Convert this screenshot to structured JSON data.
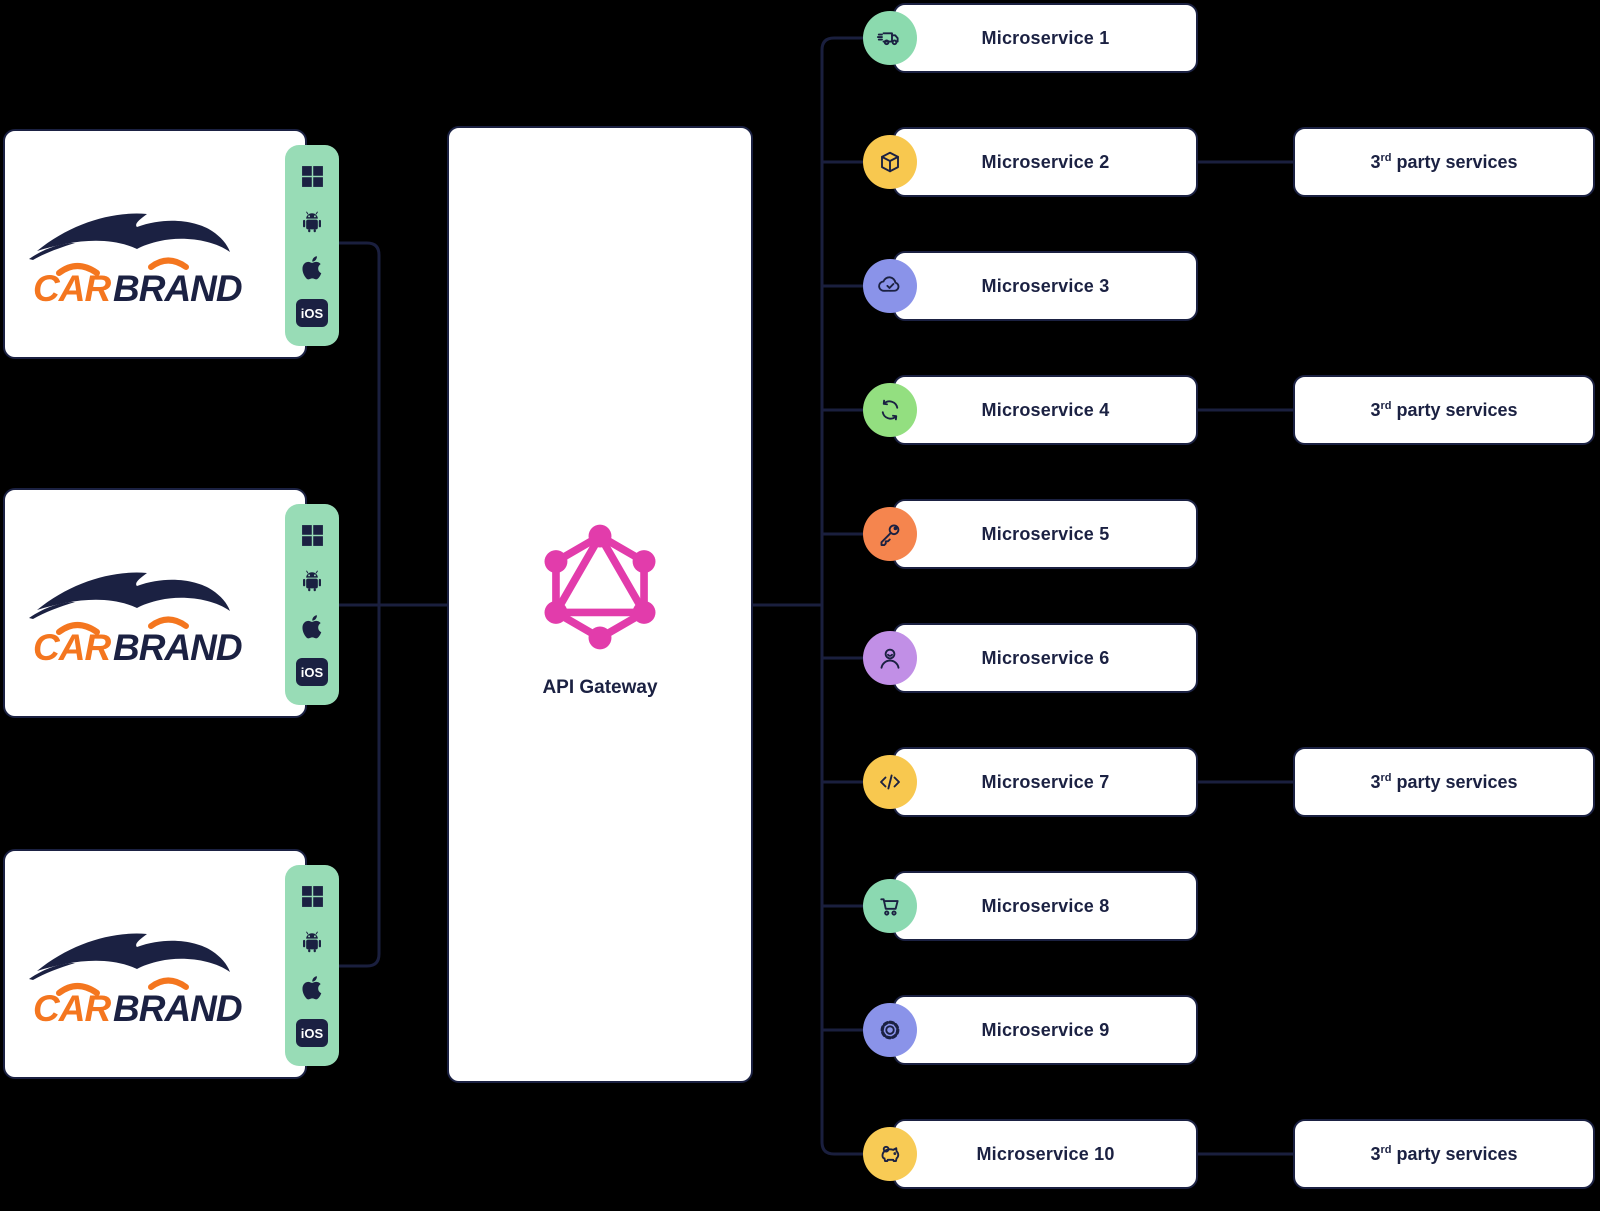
{
  "colors": {
    "background": "#000000",
    "card_bg": "#ffffff",
    "border": "#1B2142",
    "text": "#1B2142",
    "line": "#1A1F3E",
    "mint_pill": "#98DCB6",
    "orange": "#F4761F",
    "pink": "#E23CAB"
  },
  "clients": {
    "logo_car": "CAR",
    "logo_brand": "BRAND",
    "platforms": [
      "windows-icon",
      "android-icon",
      "apple-icon",
      "ios-badge"
    ],
    "ios_label": "iOS"
  },
  "gateway": {
    "label": "API Gateway",
    "logo": "graphql-icon"
  },
  "microservices": [
    {
      "label": "Microservice 1",
      "icon": "delivery-truck-icon",
      "color": "#8BDAAE"
    },
    {
      "label": "Microservice 2",
      "icon": "package-icon",
      "color": "#F8C84F"
    },
    {
      "label": "Microservice 3",
      "icon": "cloud-check-icon",
      "color": "#8A93E9"
    },
    {
      "label": "Microservice 4",
      "icon": "sync-icon",
      "color": "#93DF80"
    },
    {
      "label": "Microservice 5",
      "icon": "key-icon",
      "color": "#F5854E"
    },
    {
      "label": "Microservice 6",
      "icon": "user-icon",
      "color": "#C18FE6"
    },
    {
      "label": "Microservice 7",
      "icon": "code-icon",
      "color": "#F8C84F"
    },
    {
      "label": "Microservice 8",
      "icon": "cart-icon",
      "color": "#8BD9B1"
    },
    {
      "label": "Microservice 9",
      "icon": "gear-icon",
      "color": "#8A93E9"
    },
    {
      "label": "Microservice 10",
      "icon": "piggy-bank-icon",
      "color": "#F8CB55"
    }
  ],
  "third_party": {
    "base": "3",
    "sup": "rd",
    "rest": " party services",
    "connected_to": [
      "Microservice 2",
      "Microservice 4",
      "Microservice 7",
      "Microservice 10"
    ]
  }
}
